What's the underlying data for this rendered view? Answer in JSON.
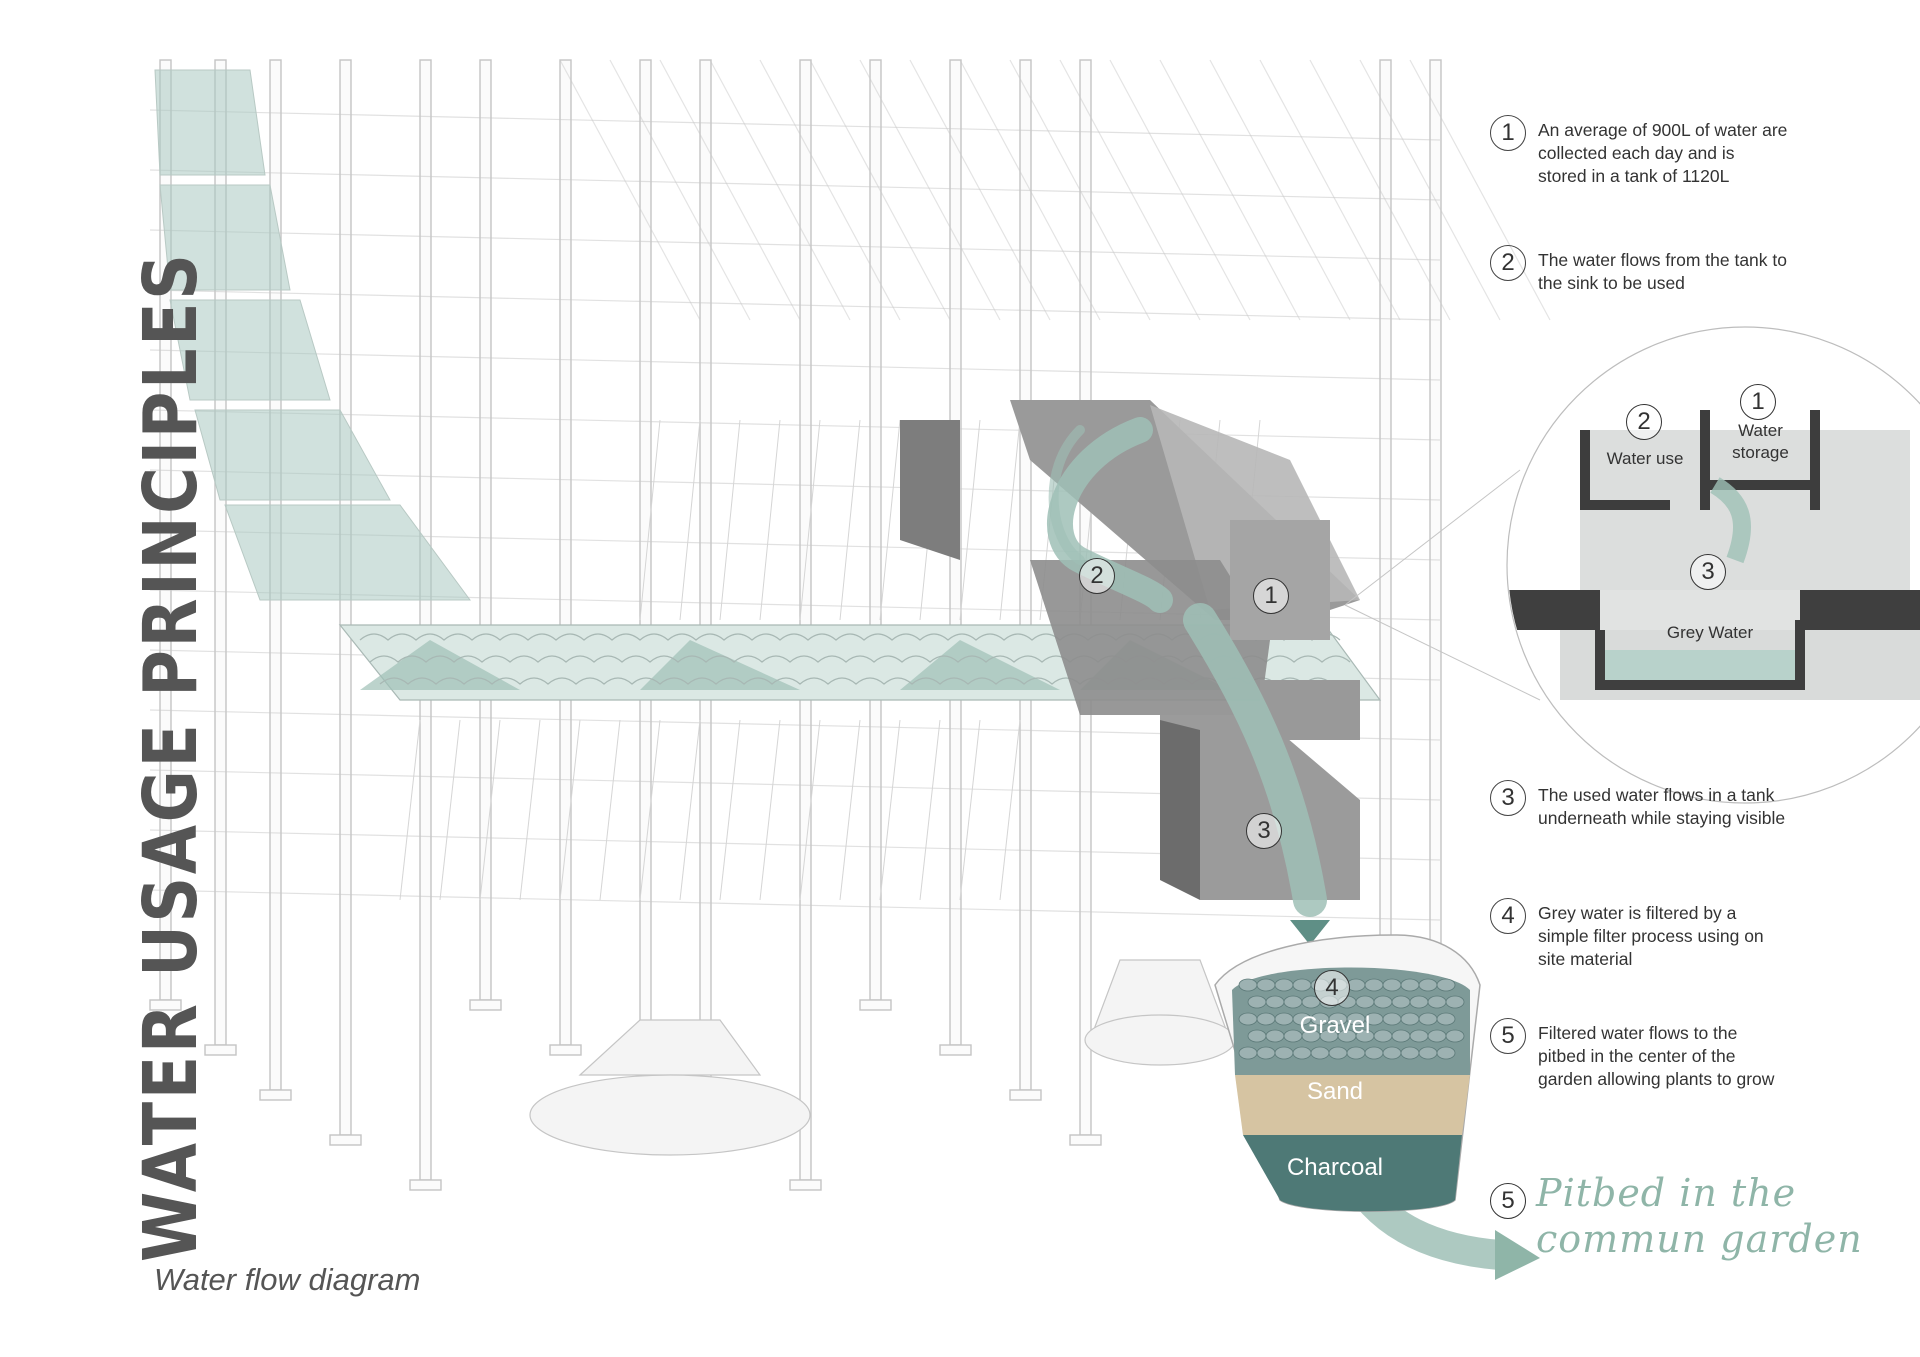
{
  "title": "WATER USAGE PRINCIPLES",
  "caption": "Water flow diagram",
  "steps": [
    {
      "num": "1",
      "text": "An average of 900L of water are collected each day and is stored in a tank of 1120L"
    },
    {
      "num": "2",
      "text": "The water flows from the tank to the sink to be used"
    },
    {
      "num": "3",
      "text": "The used water flows in a tank underneath while staying visible"
    },
    {
      "num": "4",
      "text": "Grey water is filtered by a simple filter process using on site material"
    },
    {
      "num": "5",
      "text": "Filtered water flows to the pitbed in the center of the garden allowing plants to grow"
    }
  ],
  "detail": {
    "water_use": "Water use",
    "water_storage": "Water storage",
    "grey_water": "Grey Water",
    "markers": [
      "2",
      "1",
      "3"
    ]
  },
  "figure": {
    "markers": [
      "1",
      "2",
      "3",
      "4",
      "5"
    ],
    "filter_layers": [
      "Gravel",
      "Sand",
      "Charcoal"
    ],
    "pitbed_line1": "Pitbed in the",
    "pitbed_line2": "commun garden"
  },
  "colors": {
    "water": "#9fc0b6",
    "water_dark": "#5f8f86",
    "concrete": "#8c8c8c",
    "line": "#bdbdbd"
  }
}
